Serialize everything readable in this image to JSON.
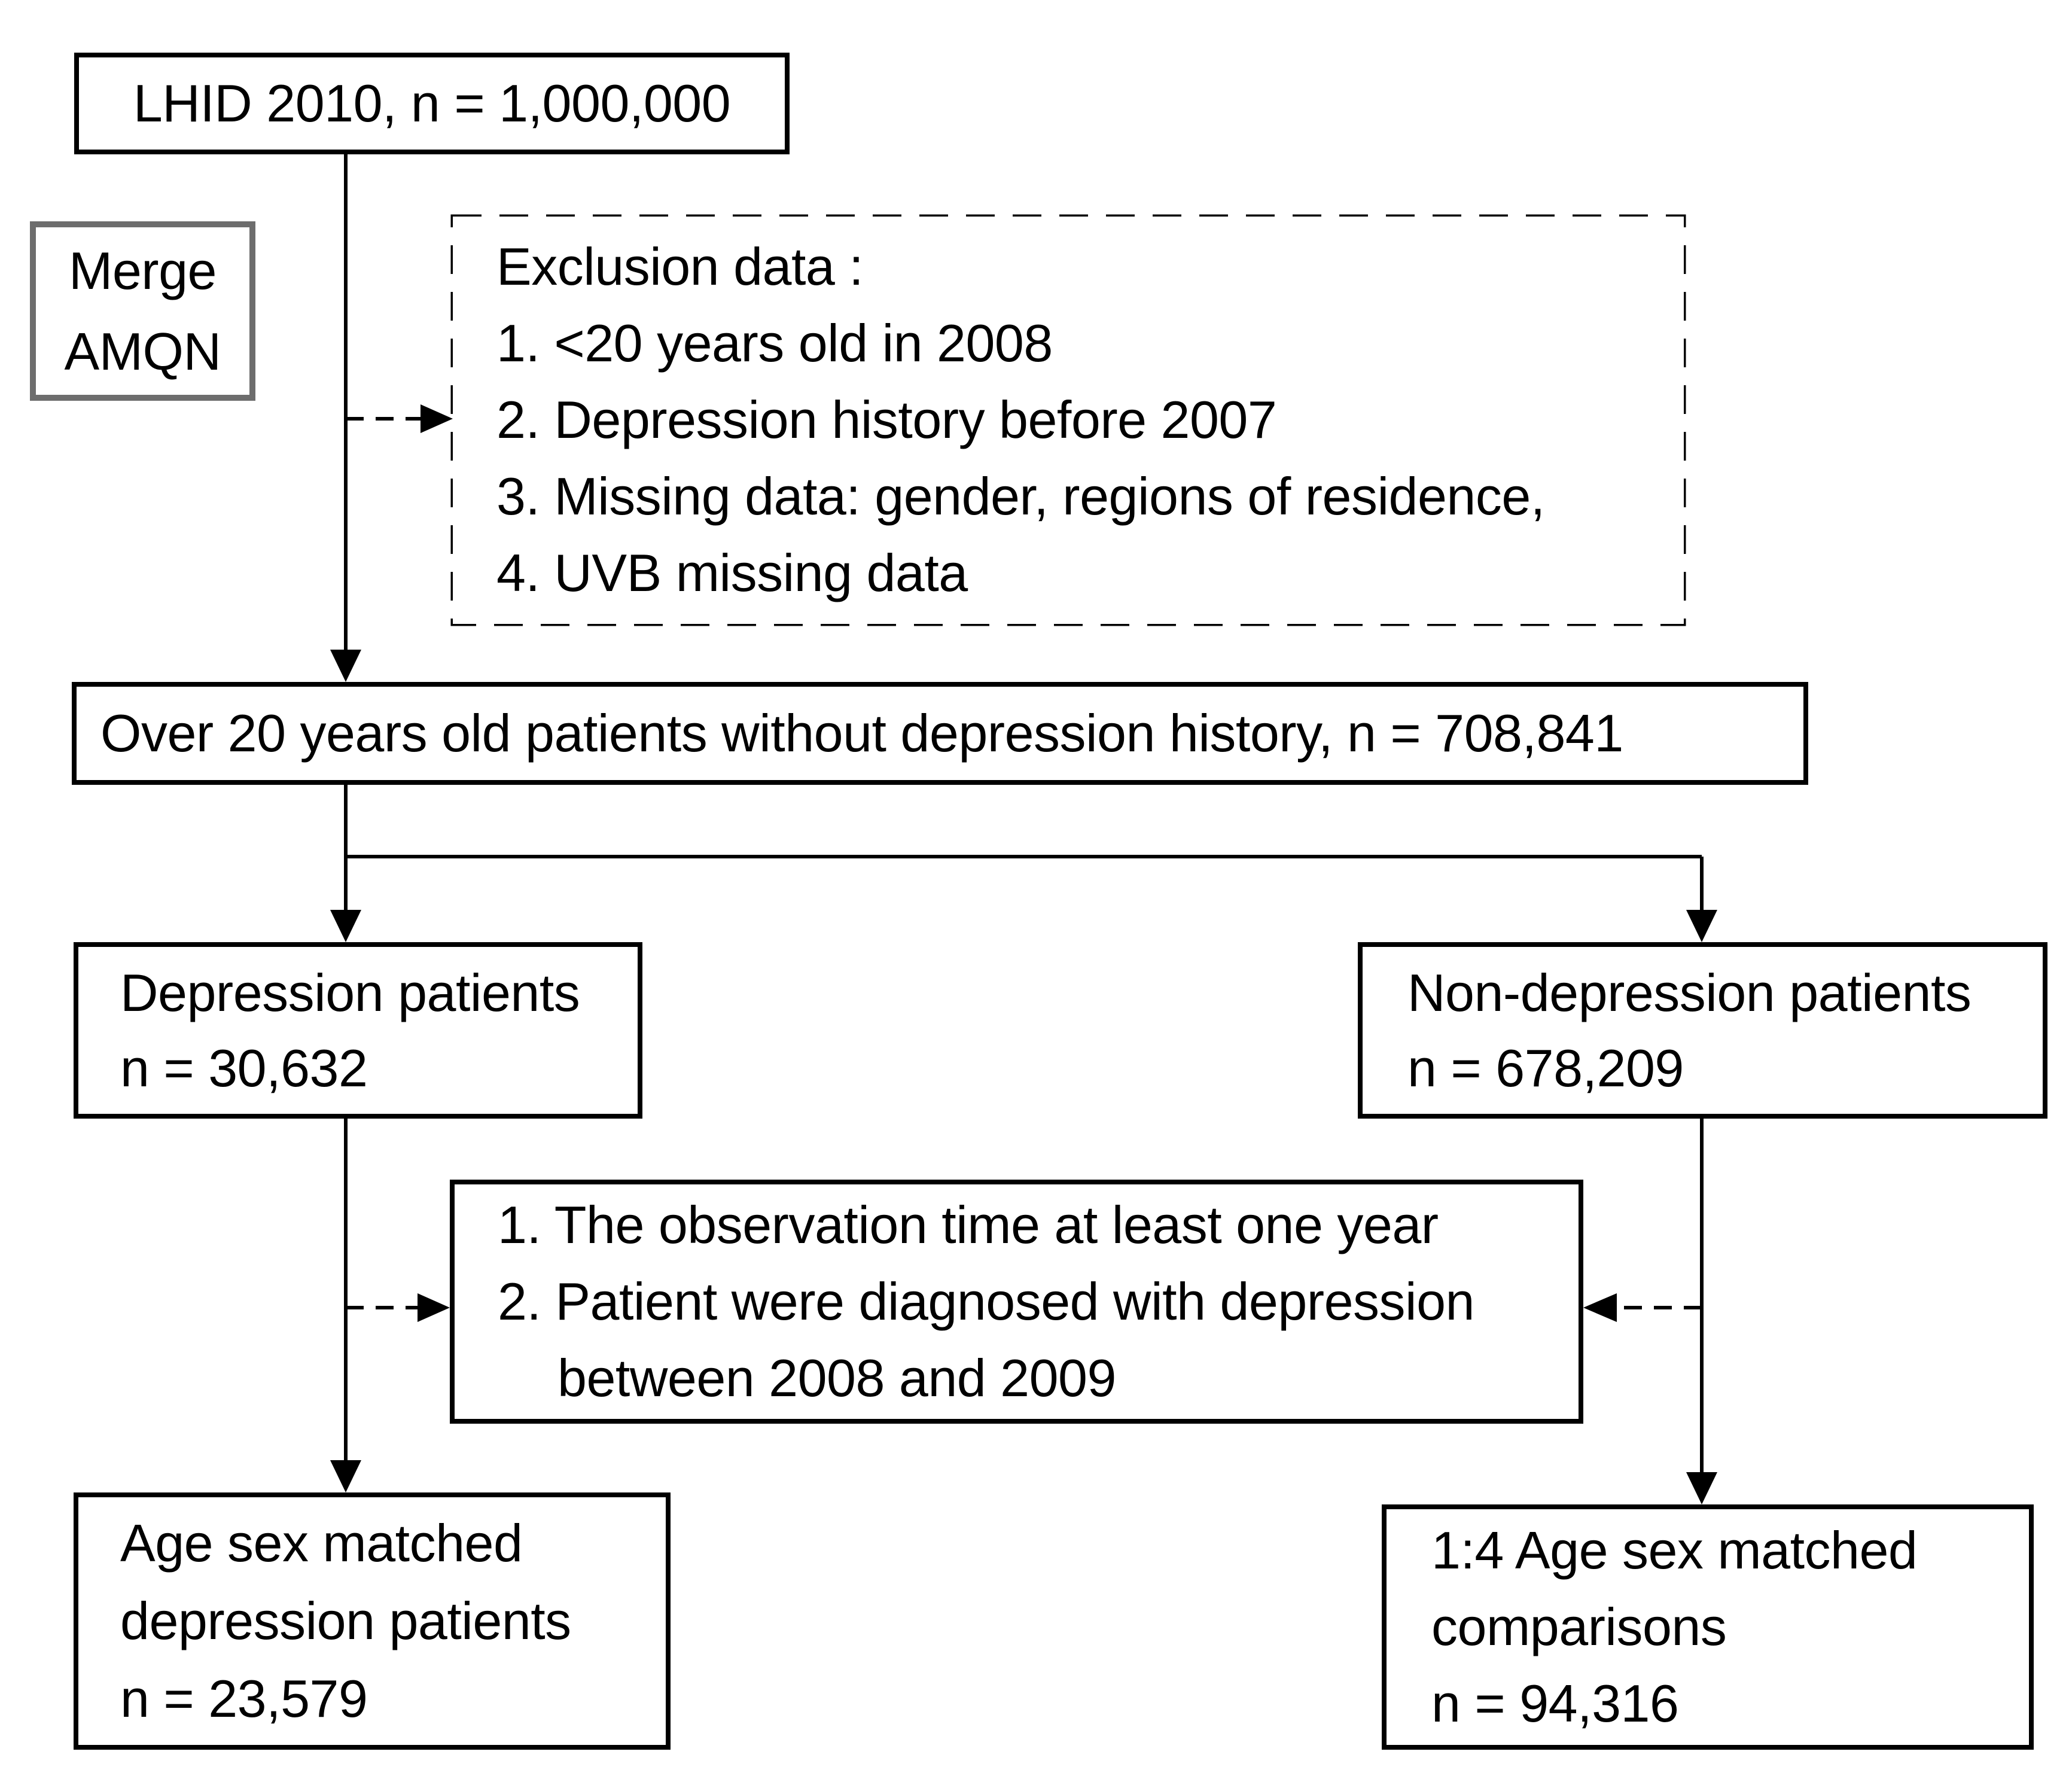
{
  "boxes": {
    "lhid": {
      "label": "LHID 2010, n = 1,000,000"
    },
    "merge": {
      "lines": [
        "Merge",
        "AMQN"
      ]
    },
    "exclusion": {
      "lines": [
        "Exclusion data :",
        "1. <20 years old in 2008",
        "2. Depression history before 2007",
        "3. Missing data: gender, regions of residence,",
        "4. UVB missing data"
      ]
    },
    "over20": {
      "label": "Over 20 years old patients without depression history, n = 708,841"
    },
    "depression": {
      "lines": [
        "Depression patients",
        "n = 30,632"
      ]
    },
    "non_depression": {
      "lines": [
        "Non-depression patients",
        "n = 678,209"
      ]
    },
    "criteria": {
      "lines": [
        "1. The observation time at least one year",
        "2. Patient were diagnosed with depression",
        "between 2008 and 2009"
      ]
    },
    "matched_depression": {
      "lines": [
        "Age sex matched",
        "depression patients",
        "n = 23,579"
      ]
    },
    "matched_comparisons": {
      "lines": [
        "1:4 Age sex matched",
        "comparisons",
        "n = 94,316"
      ]
    }
  },
  "colors": {
    "stroke": "#000000",
    "merge_border": "#6d6d6d",
    "text": "#000000",
    "background": "#ffffff"
  }
}
